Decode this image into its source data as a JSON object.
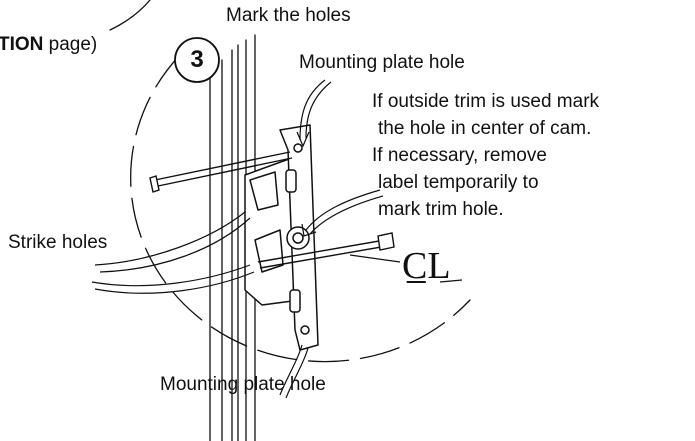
{
  "header": {
    "step_number": "3",
    "step_title": "Mark the holes",
    "prev_ref_bold": "TION",
    "prev_ref_rest": " page)"
  },
  "labels": {
    "mounting_plate_top": "Mounting plate hole",
    "mounting_plate_bottom": "Mounting plate hole",
    "strike_holes": "Strike holes",
    "centerline": "C̲L"
  },
  "note": {
    "lines": [
      "If outside trim is used mark",
      "the hole in center of cam.",
      "If necessary, remove",
      "label temporarily to",
      "mark trim hole."
    ]
  }
}
